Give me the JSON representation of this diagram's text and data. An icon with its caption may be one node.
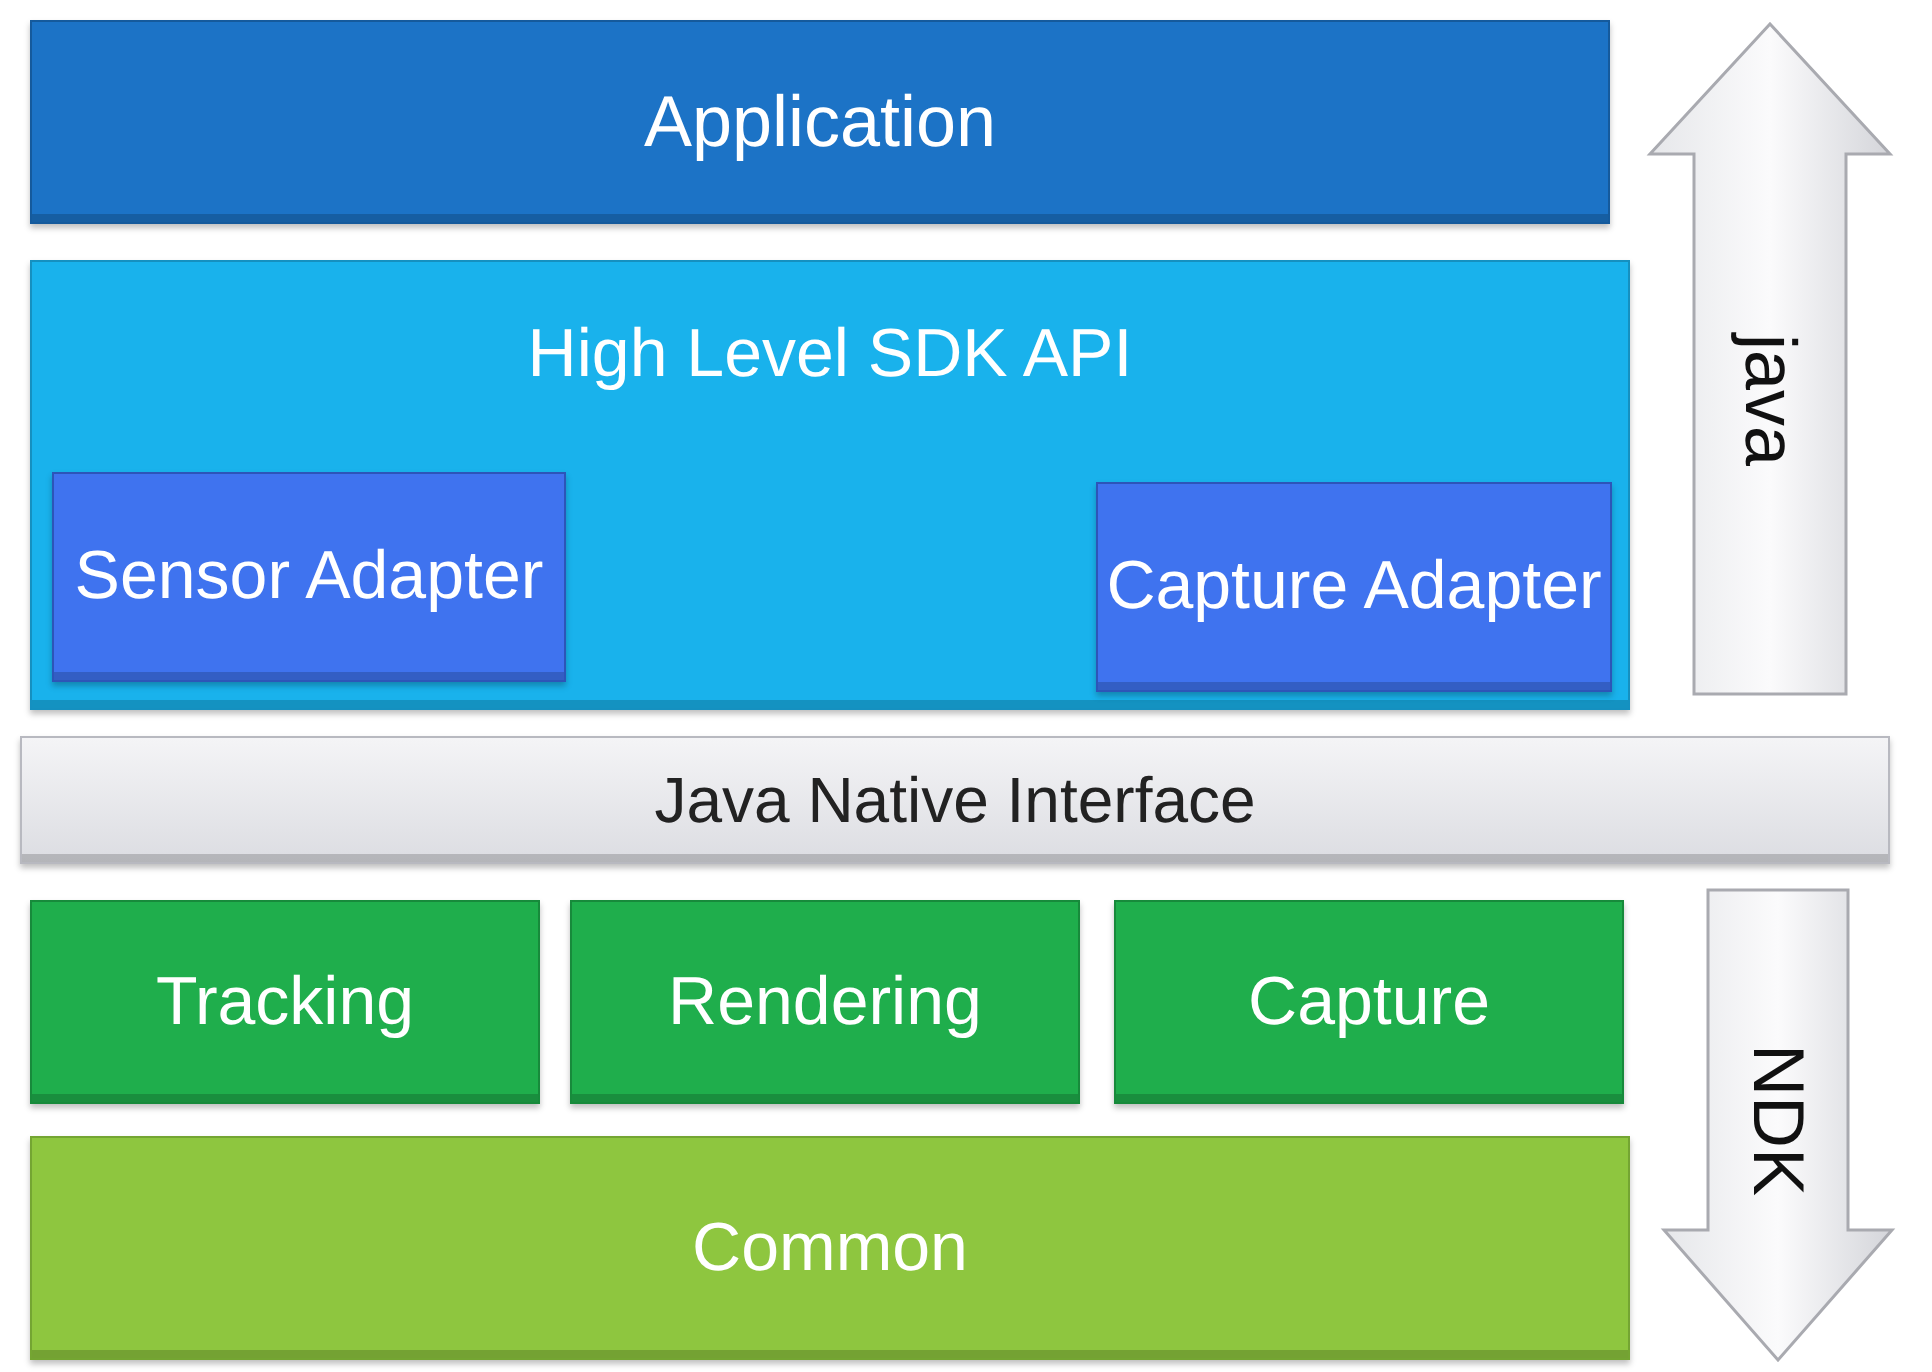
{
  "diagram": {
    "nodes": [
      {
        "text": [
          "Application"
        ]
      },
      {
        "text": [
          "High Level SDK API"
        ]
      },
      {
        "text": [
          "Sensor Adapter"
        ],
        "in": 1
      },
      {
        "text": [
          "Capture Adapter"
        ],
        "in": 1
      },
      {
        "text": [
          "Java Native Interface"
        ]
      },
      {
        "text": [
          "Tracking"
        ]
      },
      {
        "text": [
          "Rendering"
        ]
      },
      {
        "text": [
          "Capture"
        ]
      },
      {
        "text": [
          "Common"
        ]
      }
    ],
    "labels": [
      "java",
      "NDK"
    ]
  }
}
